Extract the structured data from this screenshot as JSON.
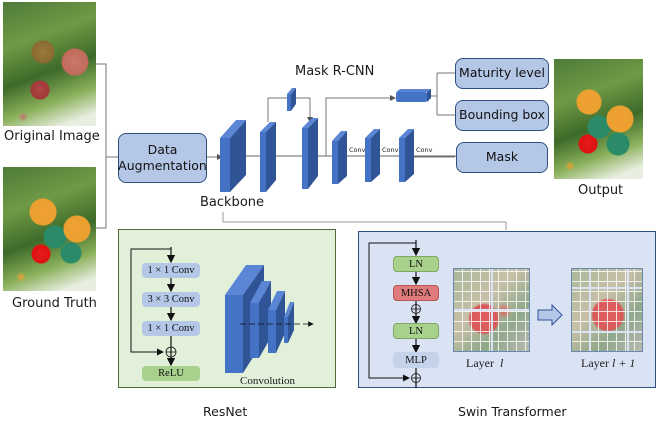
{
  "inputs": {
    "original_image_label": "Original Image",
    "ground_truth_label": "Ground Truth"
  },
  "pipeline": {
    "data_augmentation_line1": "Data",
    "data_augmentation_line2": "Augmentation",
    "backbone_label": "Backbone",
    "mask_rcnn_title": "Mask R-CNN",
    "conv_labels": [
      "Conv",
      "Conv",
      "Conv"
    ]
  },
  "outputs": {
    "heads": [
      "Maturity level",
      "Bounding box",
      "Mask"
    ],
    "output_label": "Output"
  },
  "resnet": {
    "title": "ResNet",
    "blocks": [
      "1 × 1 Conv",
      "3 × 3 Conv",
      "1 × 1 Conv"
    ],
    "activation": "ReLU",
    "convolution_label": "Convolution"
  },
  "swin": {
    "title": "Swin Transformer",
    "blocks": [
      "LN",
      "MHSA",
      "LN",
      "MLP"
    ],
    "layer_l_label": "Layer",
    "layer_l_symbol": "l",
    "layer_l1_label": "Layer",
    "layer_l1_symbol": "l + 1"
  },
  "colors": {
    "box_fill": "#b4c7e7",
    "box_border": "#2f4f7f",
    "cube_blue": "#4472c4",
    "resnet_bg": "#e2efd9",
    "resnet_border": "#4e6b3b",
    "swin_bg": "#dae3f3",
    "swin_border": "#2f4f7f",
    "ln_green": "#a9d18e",
    "mhsa_red": "#e07b7b",
    "mlp_blue": "#b4c7e7",
    "relu_green": "#a9d18e"
  }
}
